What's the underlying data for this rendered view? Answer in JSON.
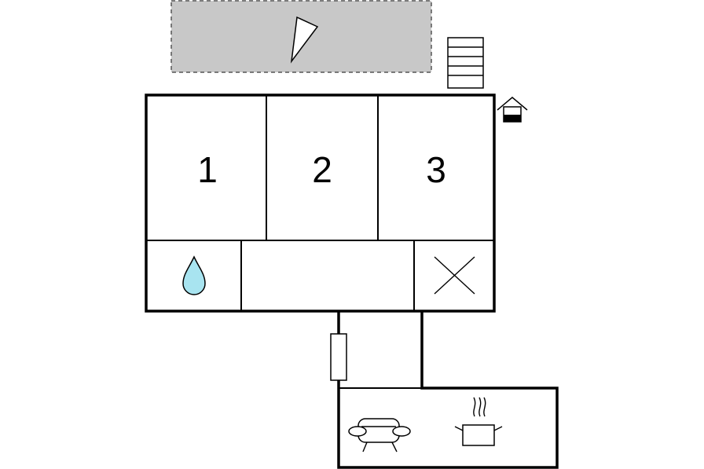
{
  "rooms": [
    {
      "label": "1"
    },
    {
      "label": "2"
    },
    {
      "label": "3"
    }
  ],
  "icons": {
    "terrace": "terrace-compass-icon",
    "stairs": "stairs-icon",
    "entrance": "house-entrance-icon",
    "bathroom": "water-drop-icon",
    "toilet": "cross-icon",
    "hallway_door": "door-icon",
    "living": "sofa-icon",
    "kitchen": "cooking-pot-icon"
  },
  "colors": {
    "terrace_fill": "#c8c8c8",
    "water_drop": "#a8e4f0",
    "entrance_marker": "#000000"
  }
}
